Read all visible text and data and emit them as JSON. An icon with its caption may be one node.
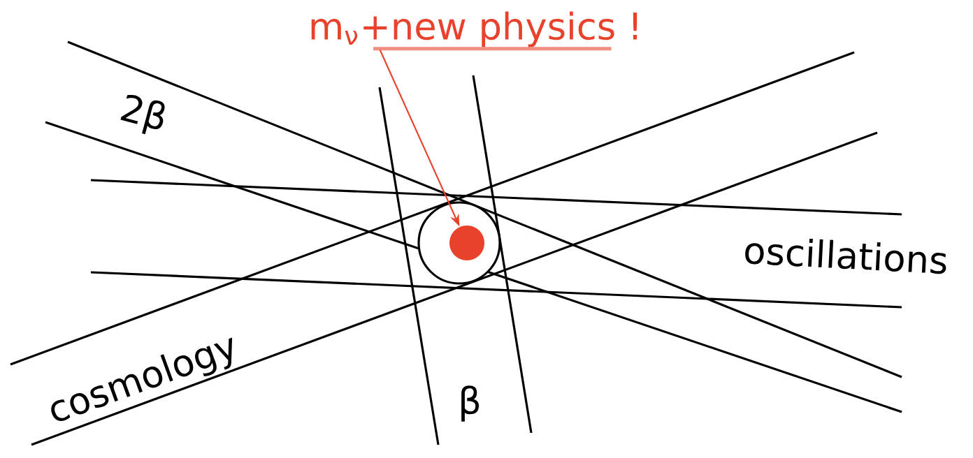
{
  "diagram": {
    "nodes": [
      {
        "text": [
          "m$_{ν}$+new physics !"
        ]
      },
      {
        "text": [],
        "shape": "circle"
      },
      {
        "text": [],
        "shape": "circle",
        "in": 1
      }
    ],
    "edges": [
      {
        "from": 0,
        "to": 2,
        "arrow": "to",
        "color": "#e8412c"
      }
    ],
    "labels": [
      "2β",
      "oscillations",
      "cosmology",
      "β"
    ]
  }
}
